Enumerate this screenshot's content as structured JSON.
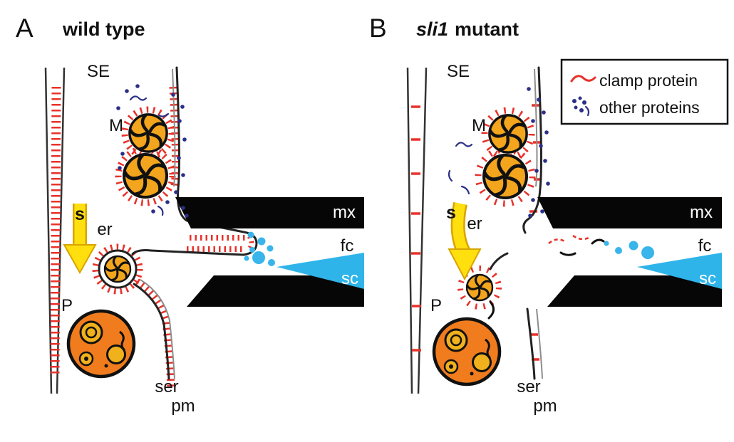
{
  "panels": [
    {
      "id": "A",
      "title": "wild type",
      "labels": {
        "se": "SE",
        "m": "M",
        "s": "s",
        "er": "er",
        "mx": "mx",
        "fc": "fc",
        "sc": "sc",
        "p": "P",
        "ser": "ser",
        "pm": "pm"
      }
    },
    {
      "id": "B",
      "title_italic": "sli1",
      "title_rest": "mutant",
      "labels": {
        "se": "SE",
        "m": "M",
        "s": "s",
        "er": "er",
        "mx": "mx",
        "fc": "fc",
        "sc": "sc",
        "p": "P",
        "ser": "ser",
        "pm": "pm"
      }
    }
  ],
  "legend": {
    "items": [
      {
        "name": "clamp-protein",
        "label": "clamp protein",
        "color": "#e8322a"
      },
      {
        "name": "other-proteins",
        "label": "other proteins",
        "color": "#2b2f86"
      }
    ]
  },
  "colors": {
    "clamp_protein": "#e8322a",
    "other_proteins": "#2b2f86",
    "band": "#060606",
    "mito_fill": "#f2a51d",
    "p_body_fill": "#f07c1e",
    "droplet": "#38b5ea",
    "saliva_canal": "#2fb4ea",
    "arrow_fill": "#ffdf0e",
    "arrow_outline": "#d8a400",
    "membrane": "#222222"
  }
}
